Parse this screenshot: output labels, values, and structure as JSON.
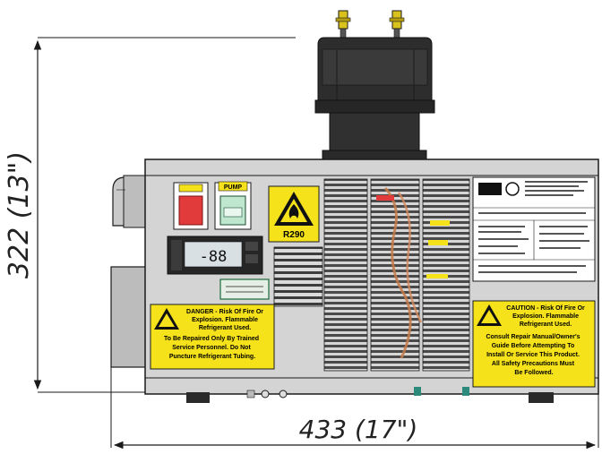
{
  "dimensions": {
    "height_label": "322 (13\")",
    "width_label": "433 (17\")"
  },
  "panel": {
    "switch_left_label": "",
    "switch_right_label": "PUMP",
    "refrigerant_label": "R290",
    "controller_display": "-88"
  },
  "danger_label": {
    "lines": [
      "DANGER - Risk Of Fire Or",
      "Explosion. Flammable",
      "Refrigerant Used.",
      "To Be Repaired Only By Trained",
      "Service Personnel. Do Not",
      "Puncture Refrigerant Tubing."
    ]
  },
  "caution_label": {
    "lines": [
      "CAUTION - Risk Of Fire Or",
      "Explosion. Flammable",
      "Refrigerant Used.",
      "Consult Repair Manual/Owner's",
      "Guide Before Attempting To",
      "Install Or Service This Product.",
      "All Safety Precautions Must",
      "Be Followed."
    ]
  },
  "colors": {
    "warning_yellow": "#f5e21a",
    "switch_red": "#e23b3b",
    "switch_green": "#bfe6cf",
    "pump_body": "#2d2d2d",
    "chassis": "#d4d4d4",
    "line": "#1a1a1a"
  }
}
